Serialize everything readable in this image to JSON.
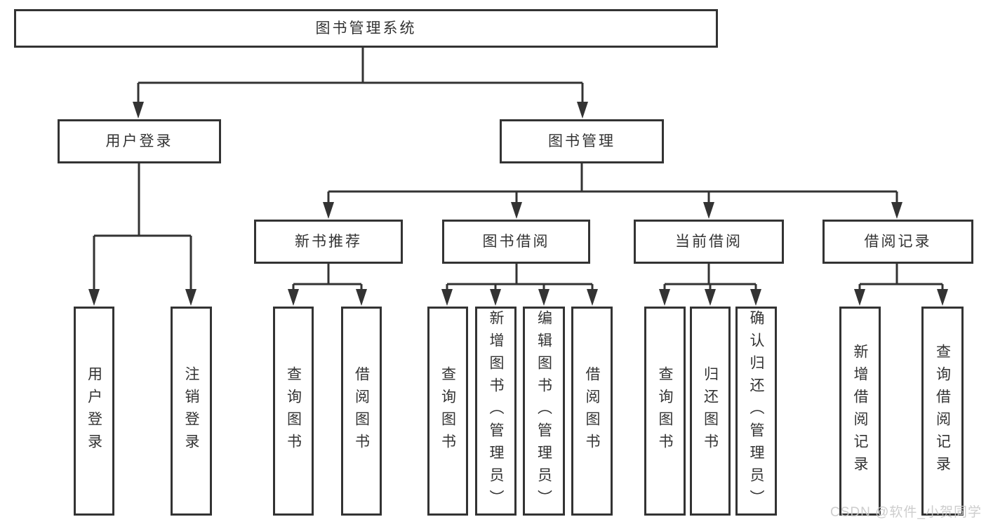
{
  "diagram": {
    "root": {
      "label": "图书管理系统"
    },
    "level1": [
      {
        "label": "用户登录",
        "leaves": [
          {
            "label": "用户登录"
          },
          {
            "label": "注销登录"
          }
        ]
      },
      {
        "label": "图书管理",
        "groups": [
          {
            "label": "新书推荐",
            "leaves": [
              {
                "label": "查询图书"
              },
              {
                "label": "借阅图书"
              }
            ]
          },
          {
            "label": "图书借阅",
            "leaves": [
              {
                "label": "查询图书"
              },
              {
                "label": "新增图书（管理员）"
              },
              {
                "label": "编辑图书（管理员）"
              },
              {
                "label": "借阅图书"
              }
            ]
          },
          {
            "label": "当前借阅",
            "leaves": [
              {
                "label": "查询图书"
              },
              {
                "label": "归还图书"
              },
              {
                "label": "确认归还（管理员）"
              }
            ]
          },
          {
            "label": "借阅记录",
            "leaves": [
              {
                "label": "新增借阅记录"
              },
              {
                "label": "查询借阅记录"
              }
            ]
          }
        ]
      }
    ]
  },
  "watermark": {
    "text": "CSDN @软件_小贺同学"
  },
  "colors": {
    "line": "#333333",
    "background": "#ffffff",
    "watermark": "#c9c9c9"
  }
}
